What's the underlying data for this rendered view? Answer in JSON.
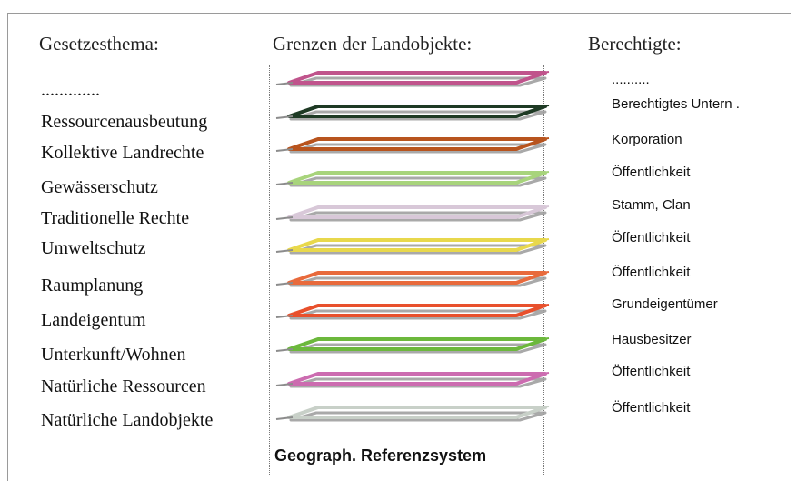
{
  "headers": {
    "topics": "Gesetzesthema:",
    "boundaries": "Grenzen der Landobjekte:",
    "holders": "Berechtigte:"
  },
  "topics": [
    ".............",
    "Ressourcenausbeutung",
    "Kollektive Landrechte",
    "Gewässerschutz",
    "Traditionelle  Rechte",
    "Umweltschutz",
    "Raumplanung",
    "Landeigentum",
    "Unterkunft/Wohnen",
    "Natürliche Ressourcen",
    "Natürliche Landobjekte"
  ],
  "holders": [
    "..........",
    "Berechtigtes Untern .",
    "Korporation",
    "Öffentlichkeit",
    "Stamm, Clan",
    "Öffentlichkeit",
    "Öffentlichkeit",
    "Grundeigentümer",
    "Hausbesitzer",
    "Öffentlichkeit",
    "Öffentlichkeit"
  ],
  "layer_colors": [
    "#c0548c",
    "#1e3a24",
    "#b8541e",
    "#a8d47c",
    "#d8c8d8",
    "#e8d84c",
    "#e86a3c",
    "#e8502c",
    "#6cb83c",
    "#cc6cb0",
    "#c8d0c8"
  ],
  "reference_label": "Geograph. Referenzsystem"
}
